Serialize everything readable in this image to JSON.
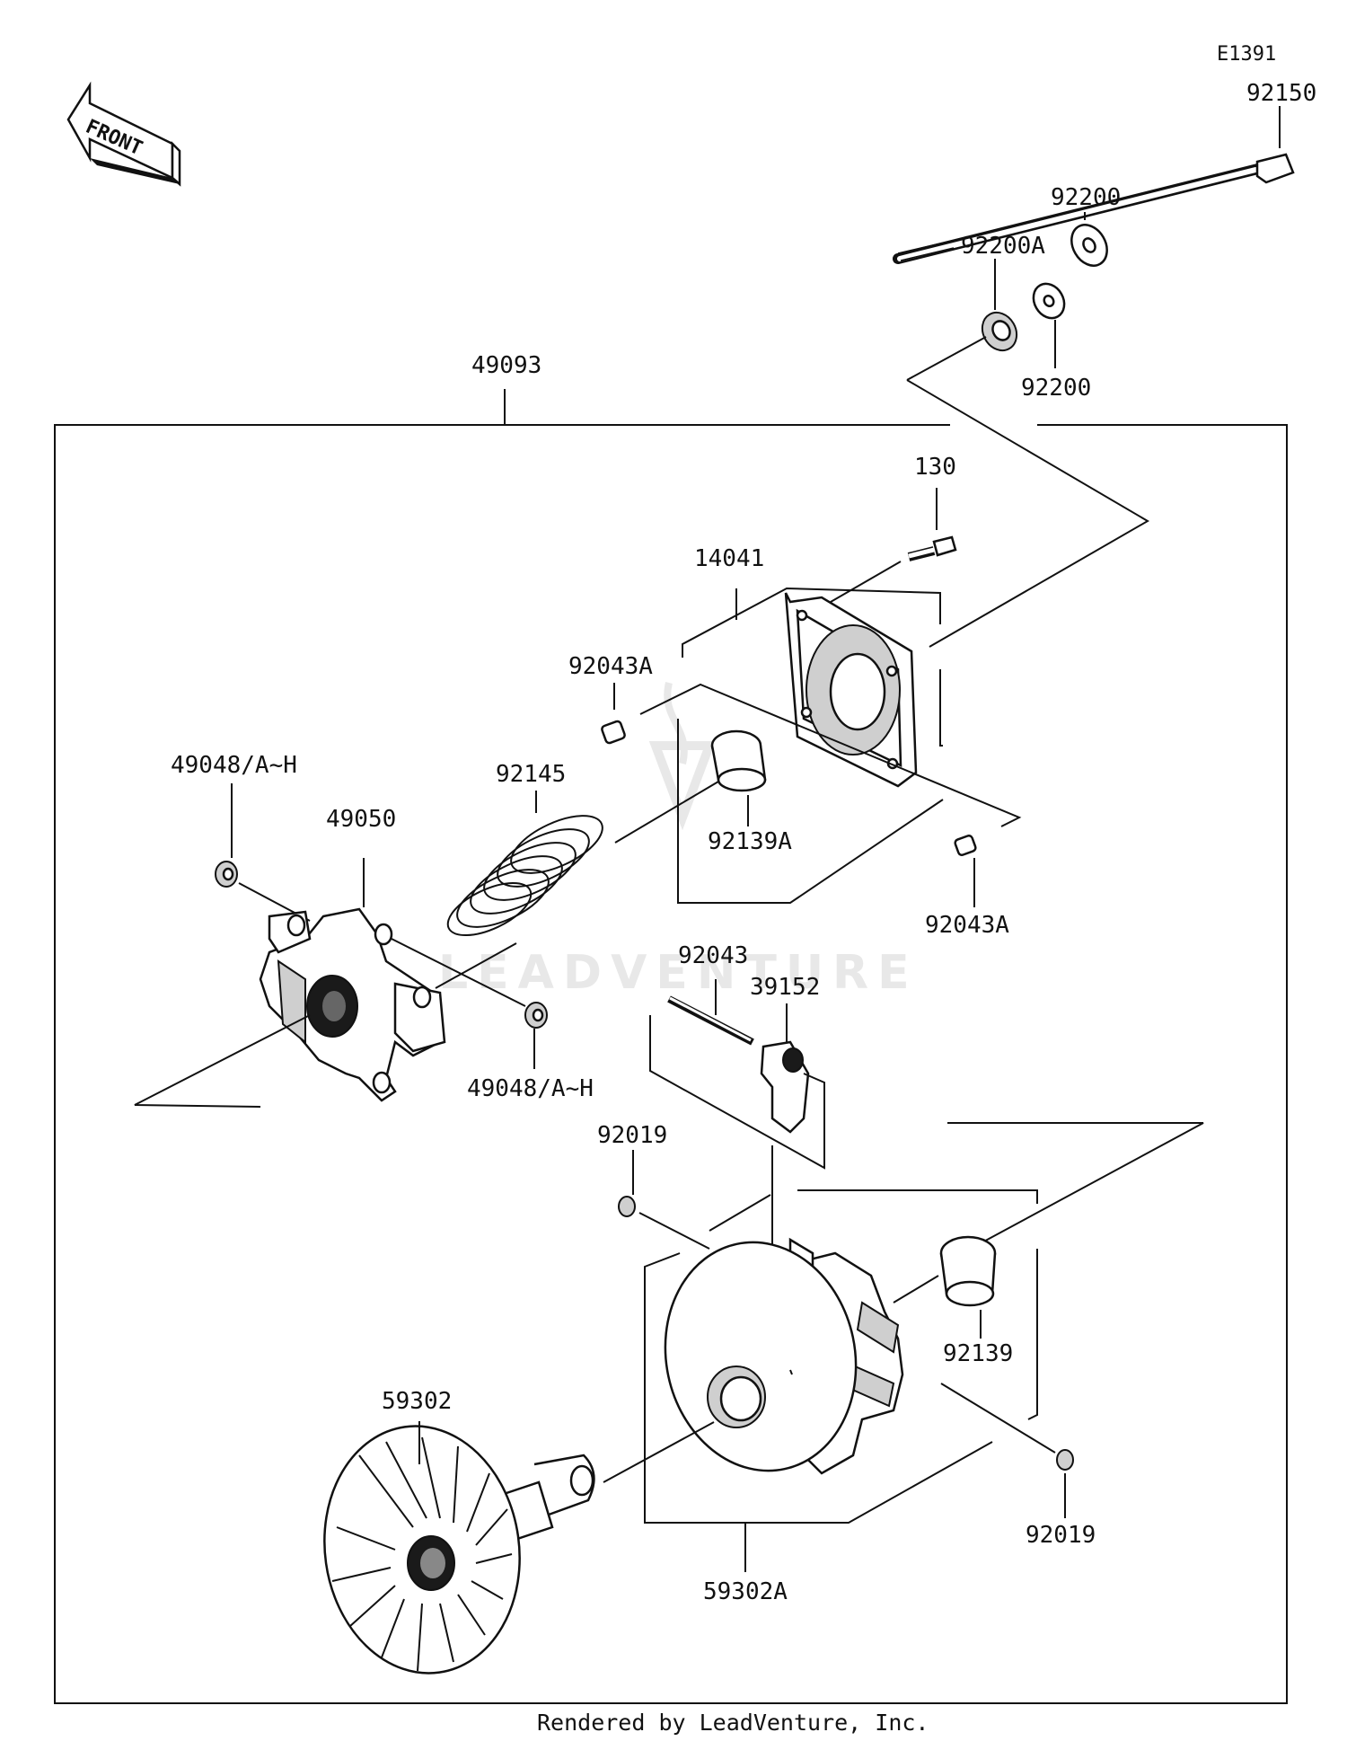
{
  "diagram": {
    "code": "E1391",
    "front_label": "FRONT",
    "watermark": "LEADVENTURE",
    "footer": "Rendered by LeadVenture, Inc.",
    "colors": {
      "ink": "#111111",
      "watermark": "#e6e6e6",
      "background": "#ffffff"
    },
    "parts": {
      "p92150": "92150",
      "p92200_top": "92200",
      "p92200a": "92200A",
      "p92200_bottom": "92200",
      "p49093": "49093",
      "p130": "130",
      "p14041": "14041",
      "p92043a_top": "92043A",
      "p92043a_right": "92043A",
      "p92139a": "92139A",
      "p92145": "92145",
      "p49048_top": "49048/A~H",
      "p49048_bottom": "49048/A~H",
      "p49050": "49050",
      "p92043": "92043",
      "p39152": "39152",
      "p92019_left": "92019",
      "p92019_right": "92019",
      "p92139": "92139",
      "p59302": "59302",
      "p59302a": "59302A"
    }
  }
}
